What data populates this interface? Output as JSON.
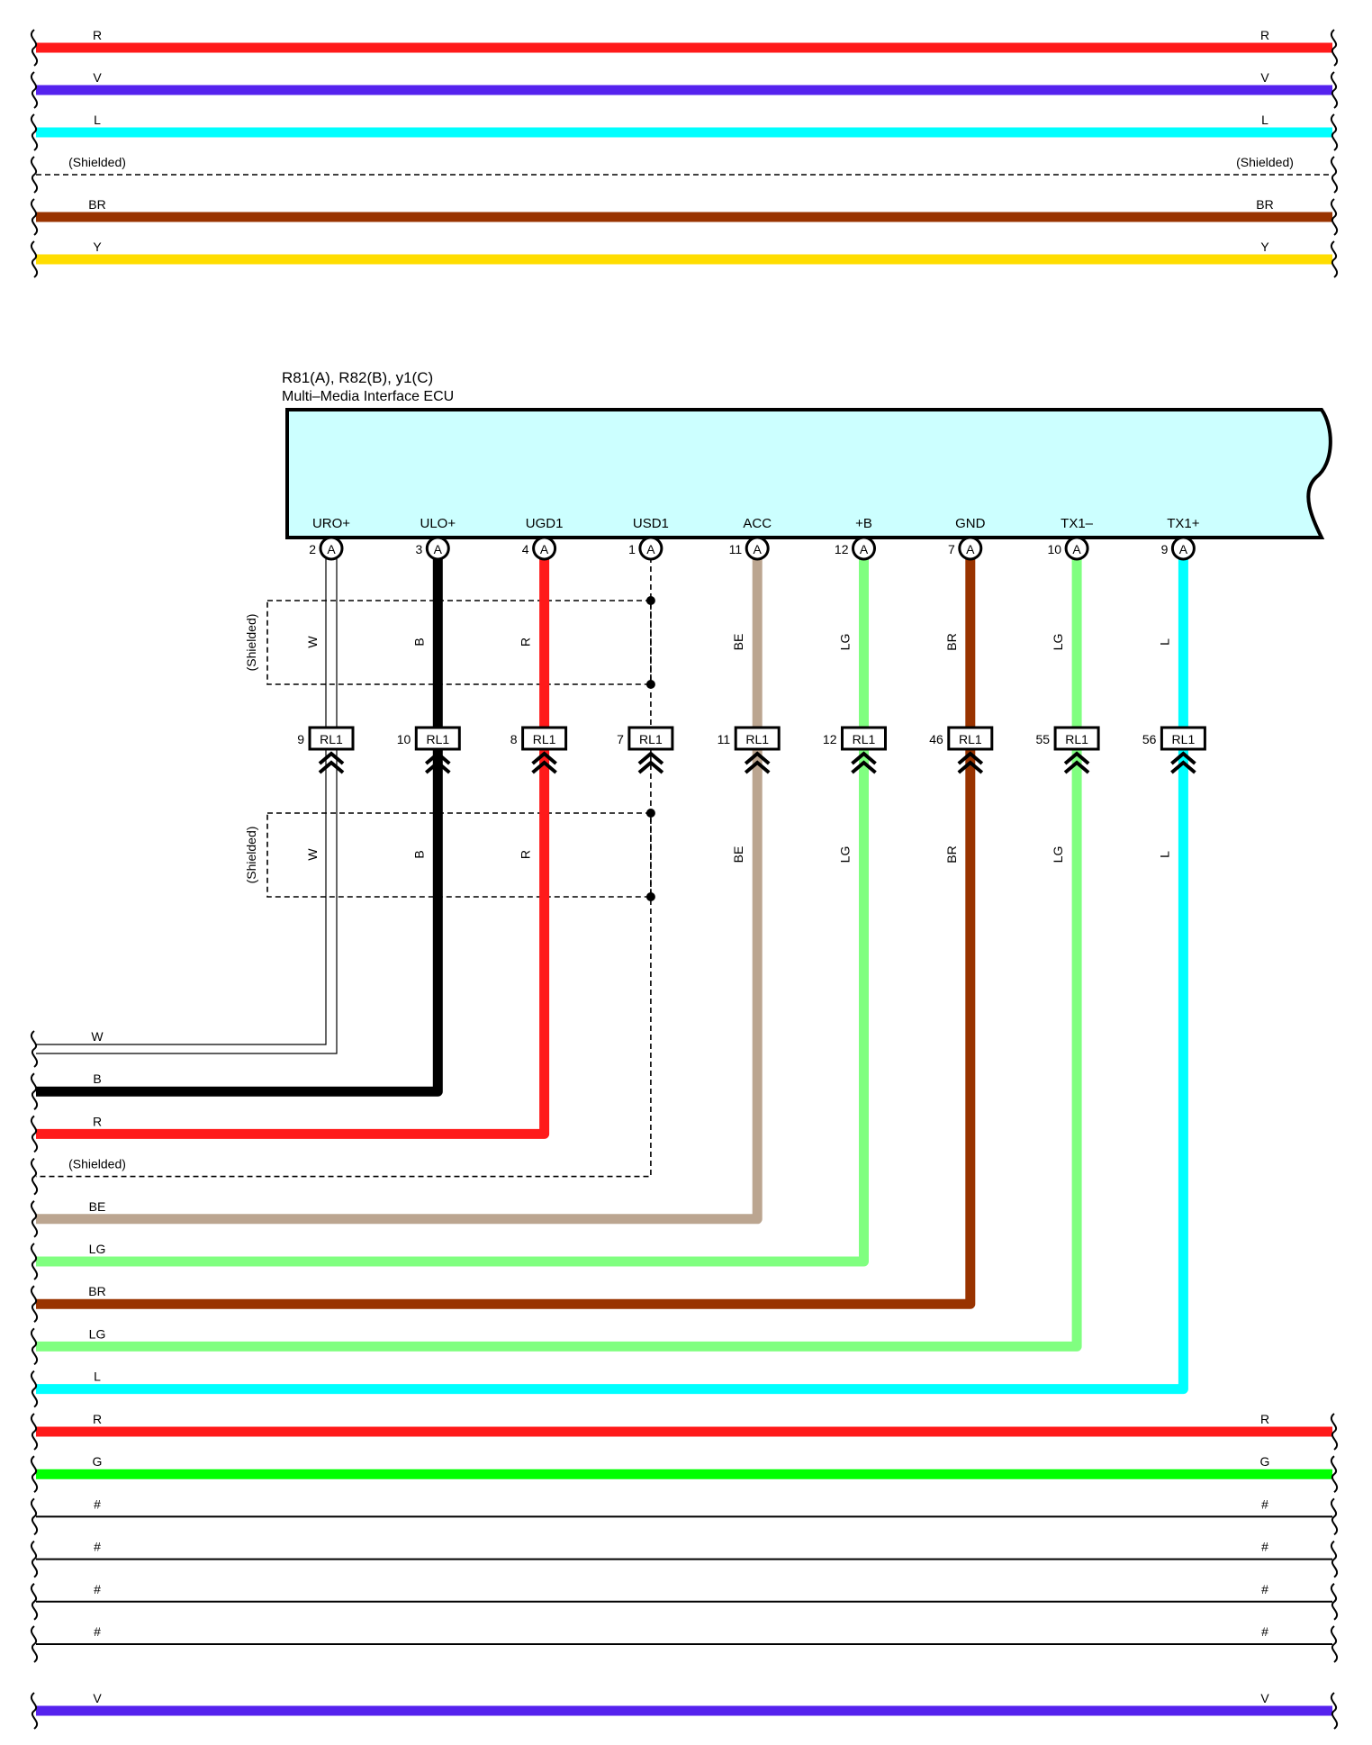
{
  "ecu": {
    "connectors_title": "R81(A), R82(B), y1(C)",
    "name": "Multi–Media Interface ECU",
    "fill_color": "#ccffff"
  },
  "top_bus": [
    {
      "label": "R",
      "color": "#ff1a1a"
    },
    {
      "label": "V",
      "color": "#5522ee"
    },
    {
      "label": "L",
      "color": "#00ffff"
    },
    {
      "label": "(Shielded)",
      "color": "#000000",
      "style": "dashed"
    },
    {
      "label": "BR",
      "color": "#993300"
    },
    {
      "label": "Y",
      "color": "#ffdd00"
    }
  ],
  "pins": [
    {
      "name": "URO+",
      "pin": "2",
      "conn": "A",
      "wire": "W",
      "color": "#ffffff",
      "style": "white",
      "junction": "RL1",
      "jpin": "9"
    },
    {
      "name": "ULO+",
      "pin": "3",
      "conn": "A",
      "wire": "B",
      "color": "#000000",
      "style": "solid",
      "junction": "RL1",
      "jpin": "10"
    },
    {
      "name": "UGD1",
      "pin": "4",
      "conn": "A",
      "wire": "R",
      "color": "#ff1a1a",
      "style": "solid",
      "junction": "RL1",
      "jpin": "8"
    },
    {
      "name": "USD1",
      "pin": "1",
      "conn": "A",
      "wire": "",
      "color": "#000000",
      "style": "dashed",
      "junction": "RL1",
      "jpin": "7"
    },
    {
      "name": "ACC",
      "pin": "11",
      "conn": "A",
      "wire": "BE",
      "color": "#bba590",
      "style": "solid",
      "junction": "RL1",
      "jpin": "11"
    },
    {
      "name": "+B",
      "pin": "12",
      "conn": "A",
      "wire": "LG",
      "color": "#80ff80",
      "style": "solid",
      "junction": "RL1",
      "jpin": "12"
    },
    {
      "name": "GND",
      "pin": "7",
      "conn": "A",
      "wire": "BR",
      "color": "#993300",
      "style": "solid",
      "junction": "RL1",
      "jpin": "46"
    },
    {
      "name": "TX1–",
      "pin": "10",
      "conn": "A",
      "wire": "LG",
      "color": "#80ff80",
      "style": "solid",
      "junction": "RL1",
      "jpin": "55"
    },
    {
      "name": "TX1+",
      "pin": "9",
      "conn": "A",
      "wire": "L",
      "color": "#00ffff",
      "style": "solid",
      "junction": "RL1",
      "jpin": "56"
    }
  ],
  "shield_label": "(Shielded)",
  "bottom_left_bus": [
    {
      "label": "W",
      "color": "#ffffff",
      "style": "white"
    },
    {
      "label": "B",
      "color": "#000000"
    },
    {
      "label": "R",
      "color": "#ff1a1a"
    },
    {
      "label": "(Shielded)",
      "color": "#000000",
      "style": "dashed"
    },
    {
      "label": "BE",
      "color": "#bba590"
    },
    {
      "label": "LG",
      "color": "#80ff80"
    },
    {
      "label": "BR",
      "color": "#993300"
    },
    {
      "label": "LG",
      "color": "#80ff80"
    },
    {
      "label": "L",
      "color": "#00ffff"
    }
  ],
  "bottom_bus": [
    {
      "label": "R",
      "color": "#ff1a1a"
    },
    {
      "label": "G",
      "color": "#00ff00"
    },
    {
      "label": "#",
      "color": "#000000",
      "style": "thin"
    },
    {
      "label": "#",
      "color": "#000000",
      "style": "thin"
    },
    {
      "label": "#",
      "color": "#000000",
      "style": "thin"
    },
    {
      "label": "#",
      "color": "#000000",
      "style": "thin"
    }
  ],
  "last_bus": [
    {
      "label": "V",
      "color": "#5522ee"
    }
  ]
}
